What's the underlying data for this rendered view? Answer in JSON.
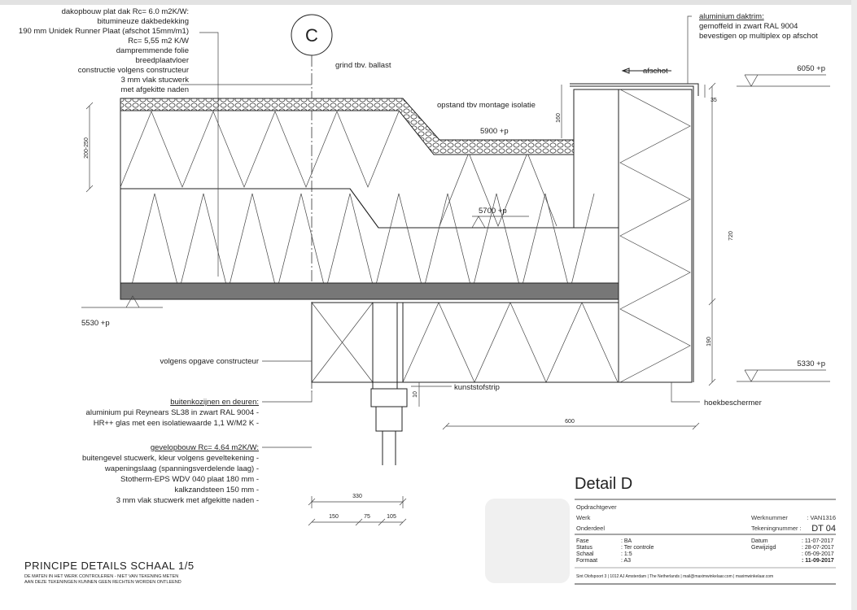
{
  "title_block": {
    "detail_title": "Detail D",
    "opdrachtgever_label": "Opdrachtgever",
    "werk_label": "Werk",
    "onderdeel_label": "Onderdeel",
    "werknummer_label": "Werknummer",
    "werknummer_value": ": VAN1316",
    "tekeningnummer_label": "Tekeningnummer :",
    "tekeningnummer_value": "DT 04",
    "fase_label": "Fase",
    "fase_value": ": BA",
    "status_label": "Status",
    "status_value": ": Ter controle",
    "schaal_label": "Schaal",
    "schaal_value": ": 1:5",
    "formaat_label": "Formaat",
    "formaat_value": ": A3",
    "datum_label": "Datum",
    "datum_value": ": 11-07-2017",
    "gewijzigd_label": "Gewijzigd",
    "gewijzigd_values": [
      ": 28-07-2017",
      ": 05-09-2017",
      ": 11-09-2017"
    ],
    "footer": "Sint Olofspoort 3  |  1012 AJ  Amsterdam  |  The Netherlands  |  mail@maximwinkelaar.com  |  maximwinkelaar.com"
  },
  "sheet": {
    "title": "PRINCIPE DETAILS SCHAAL 1/5",
    "note_line1": "DE MATEN IN HET WERK CONTROLEREN - NIET VAN TEKENING METEN",
    "note_line2": "AAN DEZE TEKENINGEN KUNNEN GEEN RECHTEN WORDEN ONTLEEND"
  },
  "grid_marker": "C",
  "notes": {
    "roof": [
      "dakopbouw plat dak Rc= 6.0 m2K/W:",
      "bitumineuze dakbedekking",
      "190 mm Unidek Runner Plaat (afschot 15mm/m1)",
      "Rc= 5,55 m2 K/W",
      "dampremmende folie",
      "breedplaatvloer",
      "constructie volgens constructeur",
      "3 mm vlak stucwerk",
      "met afgekitte naden"
    ],
    "daktrim": [
      "aluminium daktrim:",
      "gemoffeld in zwart RAL 9004",
      "bevestigen op multiplex op afschot"
    ],
    "kozijnen": [
      "buitenkozijnen en deuren:",
      "aluminium pui Reynears SL38 in zwart RAL 9004 -",
      "HR++ glas met een isolatiewaarde 1,1 W/M2 K -"
    ],
    "gevel": [
      "gevelopbouw Rc= 4.64 m2K/W:",
      "buitengevel stucwerk, kleur volgens geveltekening -",
      "wapeningslaag (spanningsverdelende laag) -",
      "Stotherm-EPS WDV 040 plaat 180 mm -",
      "kalkzandsteen 150 mm -",
      "3 mm vlak stucwerk met afgekitte naden -"
    ],
    "grind": "grind tbv. ballast",
    "afschot": "afschot",
    "opstand": "opstand tbv montage isolatie",
    "constructeur": "volgens opgave constructeur",
    "kunststofstrip": "kunststofstrip",
    "hoekbeschermer": "hoekbeschermer"
  },
  "levels": {
    "l6050": "6050 +p",
    "l5900": "5900 +p",
    "l5700": "5700 +p",
    "l5530": "5530 +p",
    "l5330": "5330 +p"
  },
  "dimensions": {
    "d200_250": "200-250",
    "d160": "160",
    "d35": "35",
    "d720": "720",
    "d190": "190",
    "d10": "10",
    "d600": "600",
    "d330": "330",
    "d150": "150",
    "d75": "75",
    "d105": "105"
  }
}
